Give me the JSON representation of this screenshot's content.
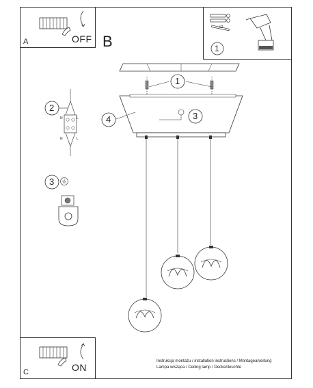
{
  "panel_a": {
    "label": "A",
    "switch_text": "OFF"
  },
  "panel_b": {
    "label": "B"
  },
  "panel_c": {
    "label": "C",
    "switch_text": "ON"
  },
  "tools": {
    "number": "1",
    "quantity": "x2"
  },
  "steps": {
    "anchor_ref": "1",
    "wiring_ref": "2",
    "ground_ref": "3",
    "canopy_ref": "4",
    "ground_ref_main": "3"
  },
  "wiring": {
    "n_top": "N",
    "l_top": "L",
    "n_bottom": "N",
    "l_bottom": "L"
  },
  "footer": {
    "line1": "Instrukcja montażu / installation instructions / Montageanleitung",
    "line2": "Lampa wisząca / Ceiling lamp / Deckenleuchte"
  }
}
